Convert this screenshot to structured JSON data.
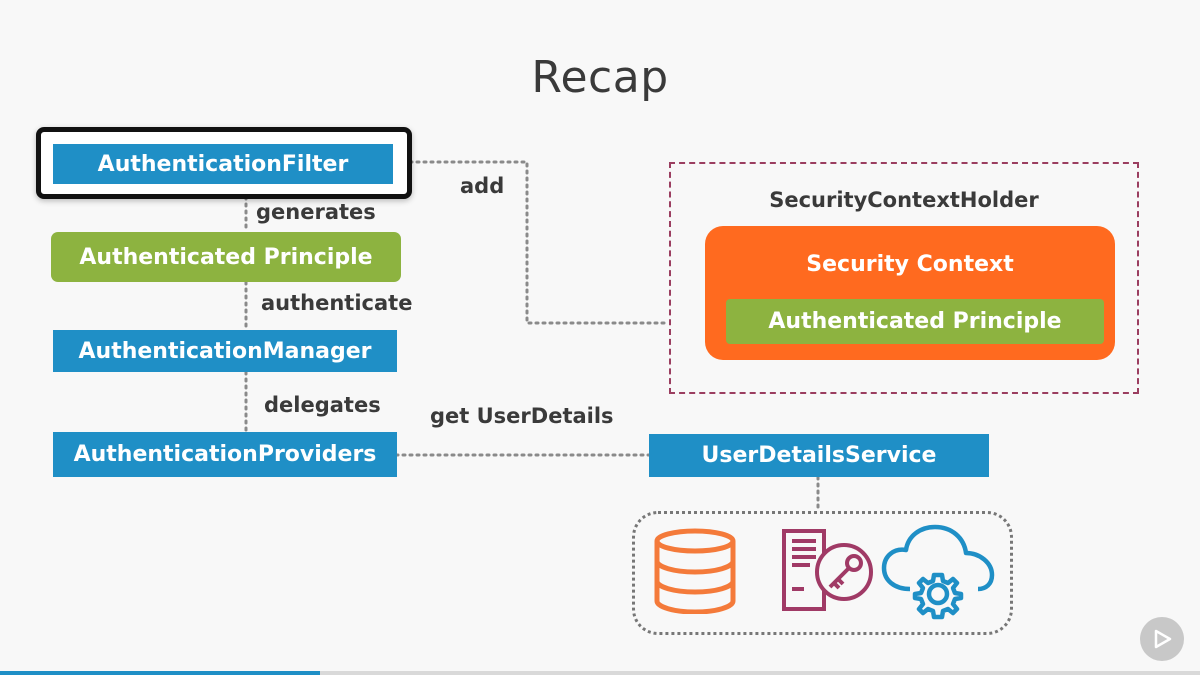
{
  "title": "Recap",
  "nodes": {
    "authentication_filter": "AuthenticationFilter",
    "authenticated_principle": "Authenticated Principle",
    "authentication_manager": "AuthenticationManager",
    "authentication_providers": "AuthenticationProviders",
    "security_context_holder": "SecurityContextHolder",
    "security_context": "Security Context",
    "context_principle": "Authenticated Principle",
    "user_details_service": "UserDetailsService"
  },
  "edges": {
    "generates": "generates",
    "authenticate": "authenticate",
    "delegates": "delegates",
    "add": "add",
    "get_user_details": "get UserDetails"
  },
  "icons": [
    "database-icon",
    "key-server-icon",
    "cloud-gear-icon",
    "play-icon"
  ],
  "colors": {
    "blue": "#1f8fc6",
    "green": "#8db340",
    "orange": "#ff6a1f",
    "maroon_dashed": "#9b3e60"
  }
}
